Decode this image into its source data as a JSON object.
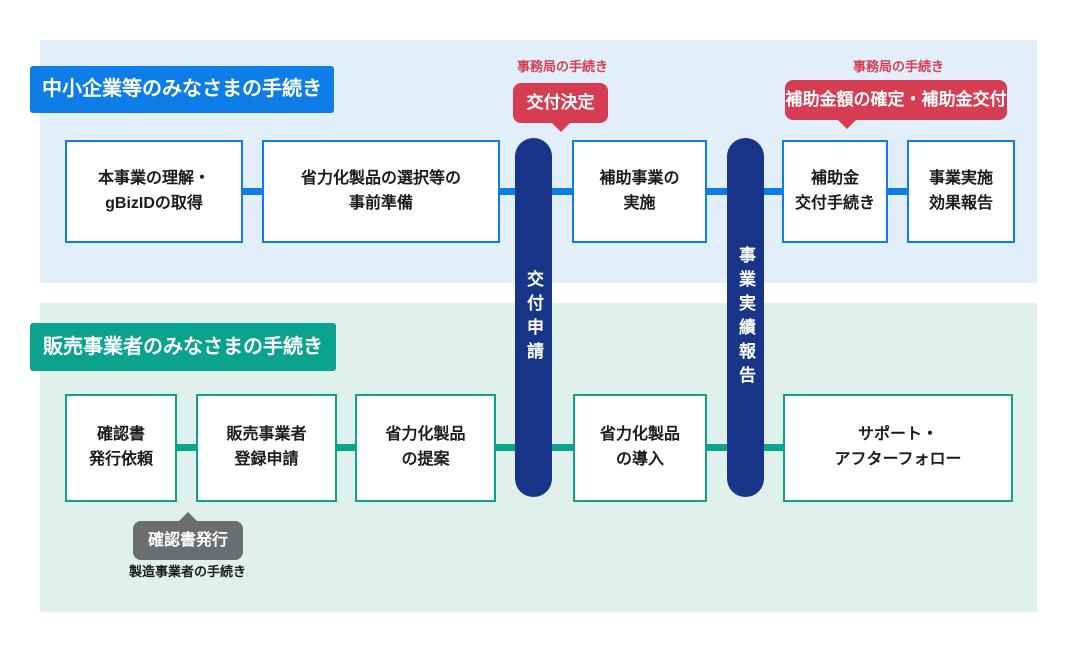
{
  "colors": {
    "blue": "#0f7de8",
    "panelBlue": "#e3eefb",
    "navy": "#183589",
    "red": "#d63d52",
    "teal": "#0ba38e",
    "panelGreen": "#e0f0ea",
    "gray": "#6b6e71",
    "ink": "#1b1b1b"
  },
  "top_section": {
    "label": "中小企業等のみなさまの手続き",
    "steps": [
      {
        "line1": "本事業の理解・",
        "line2": "gBizIDの取得"
      },
      {
        "line1": "省力化製品の選択等の",
        "line2": "事前準備"
      },
      {
        "line1": "補助事業の",
        "line2": "実施"
      },
      {
        "line1": "補助金",
        "line2": "交付手続き"
      },
      {
        "line1": "事業実施",
        "line2": "効果報告"
      }
    ]
  },
  "bottom_section": {
    "label": "販売事業者のみなさまの手続き",
    "steps": [
      {
        "line1": "確認書",
        "line2": "発行依頼"
      },
      {
        "line1": "販売事業者",
        "line2": "登録申請"
      },
      {
        "line1": "省力化製品",
        "line2": "の提案"
      },
      {
        "line1": "省力化製品",
        "line2": "の導入"
      },
      {
        "line1": "サポート・",
        "line2": "アフターフォロー"
      }
    ]
  },
  "milestones": [
    {
      "label": "交付申請"
    },
    {
      "label": "事業実績報告"
    }
  ],
  "admin": [
    {
      "note": "事務局の手続き",
      "label": "交付決定"
    },
    {
      "note": "事務局の手続き",
      "label": "補助金額の確定・補助金交付"
    }
  ],
  "manufacturer": {
    "bubble": "確認書発行",
    "note": "製造事業者の手続き"
  }
}
